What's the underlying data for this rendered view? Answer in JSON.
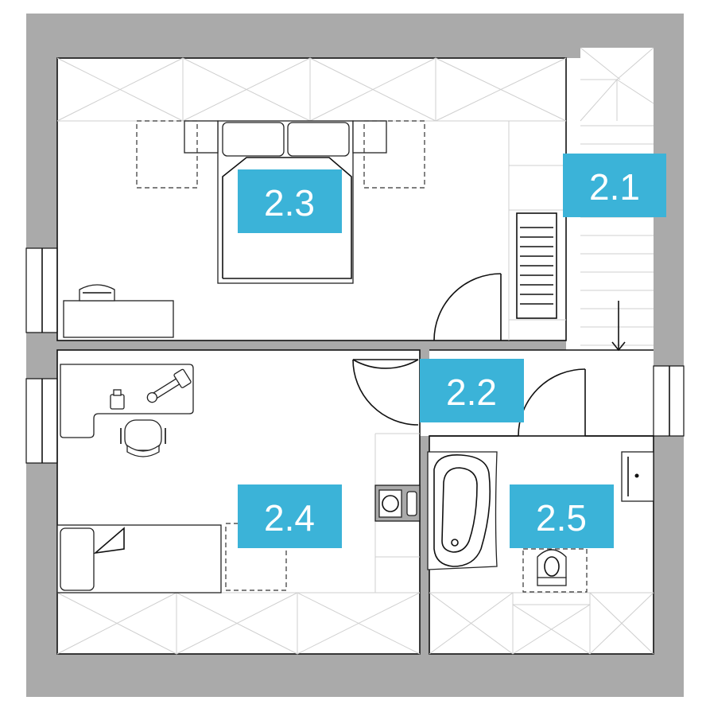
{
  "rooms": [
    {
      "label": "2.1"
    },
    {
      "label": "2.2"
    },
    {
      "label": "2.3"
    },
    {
      "label": "2.4"
    },
    {
      "label": "2.5"
    }
  ],
  "colors": {
    "label_fill": "#3bb3d8",
    "wall": "#aaaaaa",
    "line": "#111111"
  }
}
